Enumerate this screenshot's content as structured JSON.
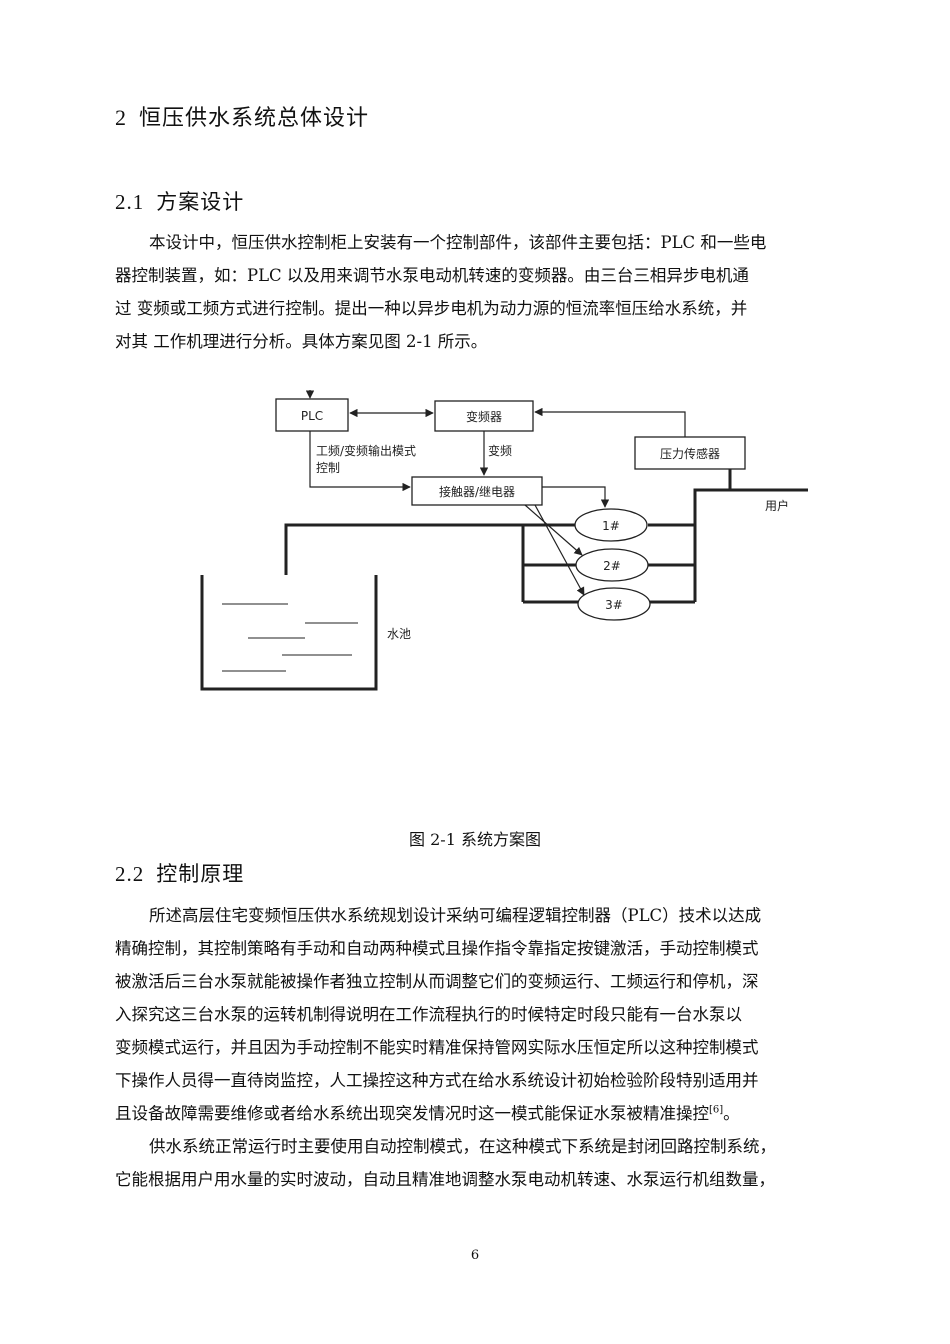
{
  "section": {
    "number": "2",
    "title": "恒压供水系统总体设计"
  },
  "sub1": {
    "number": "2.1",
    "title": "方案设计"
  },
  "para1": [
    "本设计中，恒压供水控制柜上安装有一个控制部件，该部件主要包括：PLC 和一些电",
    "器控制装置，如：PLC  以及用来调节水泵电动机转速的变频器。由三台三相异步电机通",
    "过  变频或工频方式进行控制。提出一种以异步电机为动力源的恒流率恒压给水系统，并",
    "对其  工作机理进行分析。具体方案见图  2-1 所示。"
  ],
  "figure": {
    "labels": {
      "plc": "PLC",
      "vfd": "变频器",
      "sensor": "压力传感器",
      "contactor": "接触器/继电器",
      "mode_line1": "工频/变频输出模式",
      "mode_line2": "控制",
      "vf": "变频",
      "user": "用户",
      "pool": "水池",
      "pump1": "1#",
      "pump2": "2#",
      "pump3": "3#"
    },
    "caption": "图  2-1    系统方案图"
  },
  "sub2": {
    "number": "2.2",
    "title": "控制原理"
  },
  "para2": {
    "lines": [
      "所述高层住宅变频恒压供水系统规划设计采纳可编程逻辑控制器（PLC）技术以达成",
      "精确控制，其控制策略有手动和自动两种模式且操作指令靠指定按键激活，手动控制模式",
      "被激活后三台水泵就能被操作者独立控制从而调整它们的变频运行、工频运行和停机，深",
      "入探究这三台水泵的运转机制得说明在工作流程执行的时候特定时段只能有一台水泵以",
      "变频模式运行，并且因为手动控制不能实时精准保持管网实际水压恒定所以这种控制模式",
      "下操作人员得一直待岗监控，人工操控这种方式在给水系统设计初始检验阶段特别适用并"
    ],
    "last_line": "且设备故障需要维修或者给水系统出现突发情况时这一模式能保证水泵被精准操控",
    "ref": "[6]",
    "end": "。"
  },
  "para3": [
    "供水系统正常运行时主要使用自动控制模式，在这种模式下系统是封闭回路控制系统，",
    "它能根据用户用水量的实时波动，自动且精准地调整水泵电动机转速、水泵运行机组数量，"
  ],
  "page_number": "6"
}
